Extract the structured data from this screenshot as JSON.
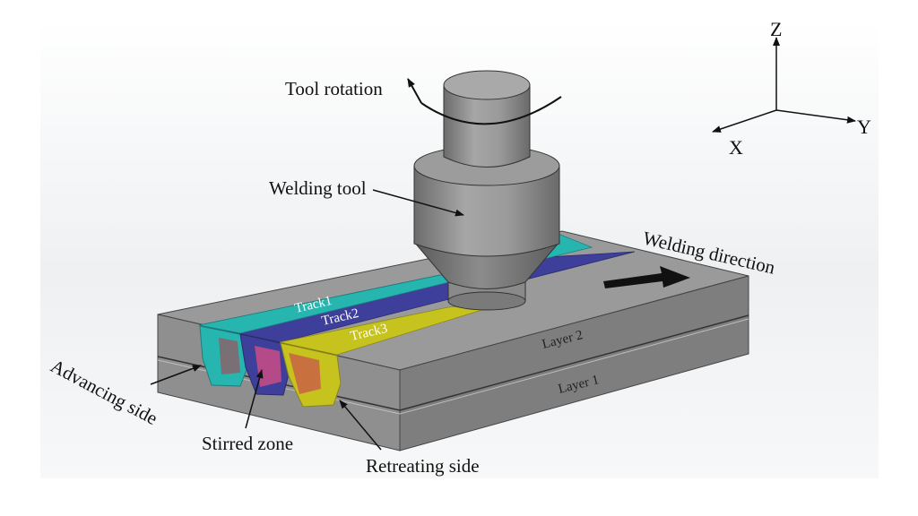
{
  "labels": {
    "tool_rotation": "Tool rotation",
    "welding_tool": "Welding tool",
    "welding_direction": "Welding direction",
    "advancing_side": "Advancing side",
    "stirred_zone": "Stirred zone",
    "retreating_side": "Retreating side",
    "track1": "Track1",
    "track2": "Track2",
    "track3": "Track3",
    "layer2": "Layer 2",
    "layer1": "Layer 1"
  },
  "axes": {
    "z": "Z",
    "y": "Y",
    "x": "X"
  },
  "colors": {
    "track1": "#27b5b0",
    "track2": "#3e3f9a",
    "track3": "#c6c21e",
    "stirred_zone_1": "#7a6f74",
    "stirred_zone_2": "#b44a87",
    "stirred_zone_3": "#c9703f",
    "plate": "#8f8f8f"
  }
}
